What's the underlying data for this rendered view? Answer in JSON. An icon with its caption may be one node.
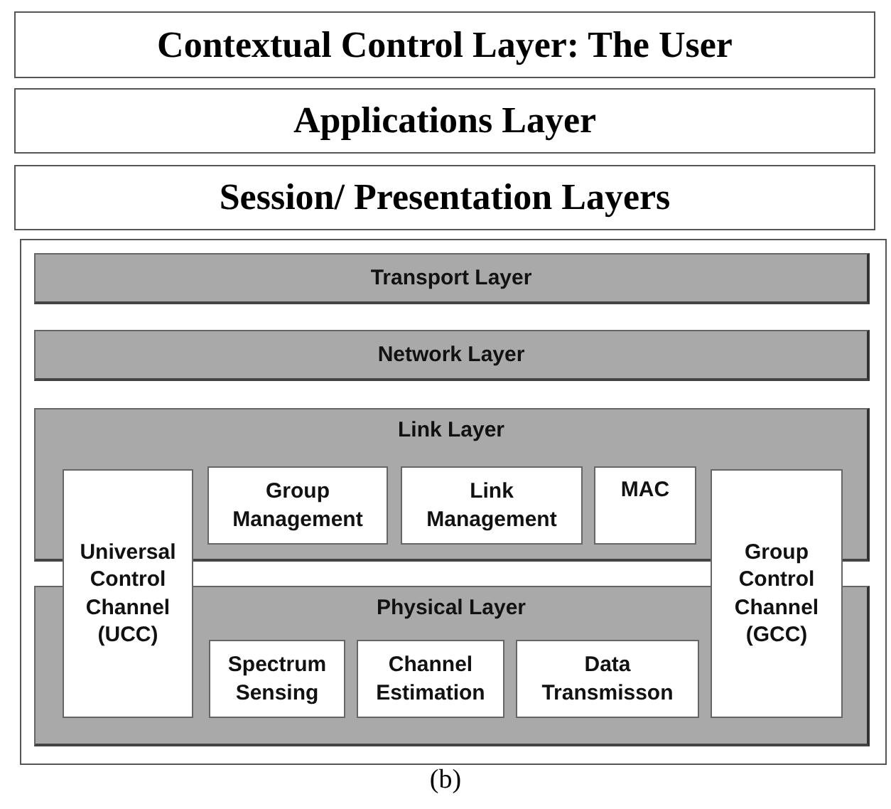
{
  "diagram": {
    "caption": "(b)",
    "nodes": [
      {
        "text": [
          "Contextual Control Layer: The User"
        ]
      },
      {
        "text": [
          "Applications Layer"
        ]
      },
      {
        "text": [
          "Session/ Presentation Layers"
        ]
      },
      {
        "text": [],
        "shape": "box"
      },
      {
        "text": [
          "Transport Layer"
        ],
        "in": 3
      },
      {
        "text": [
          "Network Layer"
        ],
        "in": 3
      },
      {
        "text": [
          "Link Layer"
        ],
        "in": 3
      },
      {
        "text": [
          "Universal Control Channel (UCC)"
        ],
        "in": 3
      },
      {
        "text": [
          "Group Management"
        ],
        "in": 6
      },
      {
        "text": [
          "Link Management"
        ],
        "in": 6
      },
      {
        "text": [
          "MAC"
        ],
        "in": 6
      },
      {
        "text": [
          "Group Control Channel (GCC)"
        ],
        "in": 3
      },
      {
        "text": [
          "Physical Layer"
        ],
        "in": 3
      },
      {
        "text": [
          "Spectrum Sensing"
        ],
        "in": 12
      },
      {
        "text": [
          "Channel Estimation"
        ],
        "in": 12
      },
      {
        "text": [
          "Data Transmisson"
        ],
        "in": 12
      }
    ],
    "edges": []
  }
}
